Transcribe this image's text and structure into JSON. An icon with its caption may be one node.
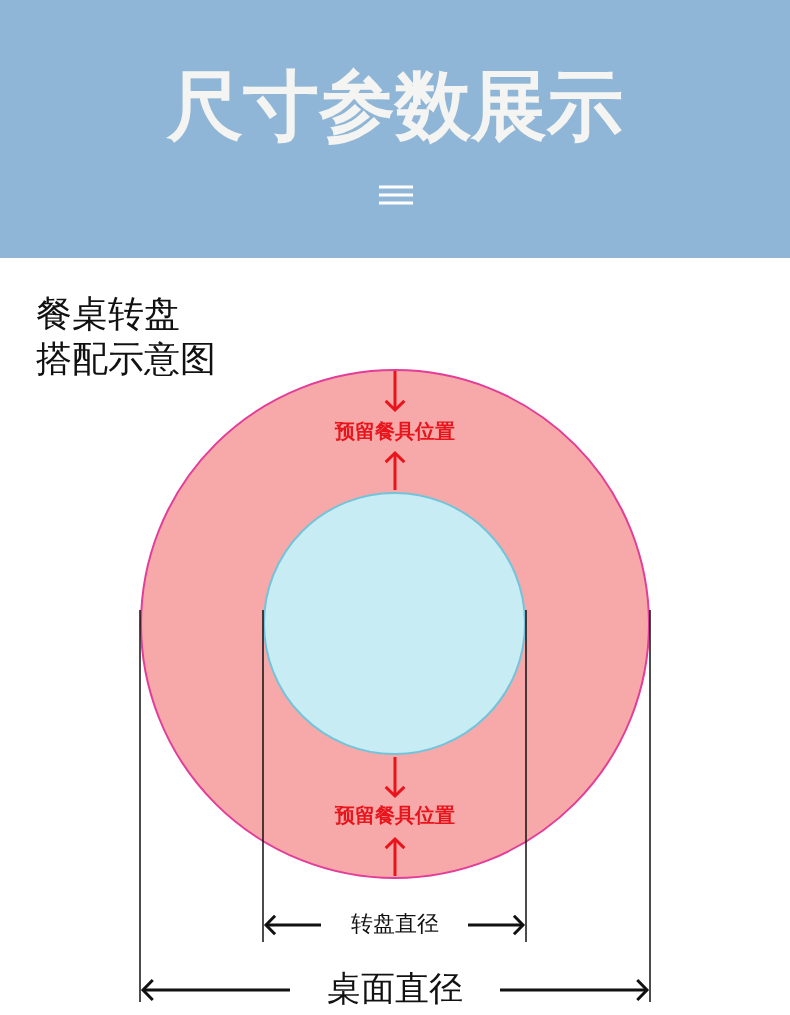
{
  "diagram": {
    "title": "尺寸参数展示",
    "nodes": [
      {
        "text": [],
        "shape": "circle"
      },
      {
        "text": [],
        "shape": "circle",
        "in": 0
      }
    ],
    "labels": [
      "餐桌转盘",
      "搭配示意图",
      "预留餐具位置",
      "预留餐具位置",
      "转盘直径",
      "桌面直径"
    ]
  }
}
